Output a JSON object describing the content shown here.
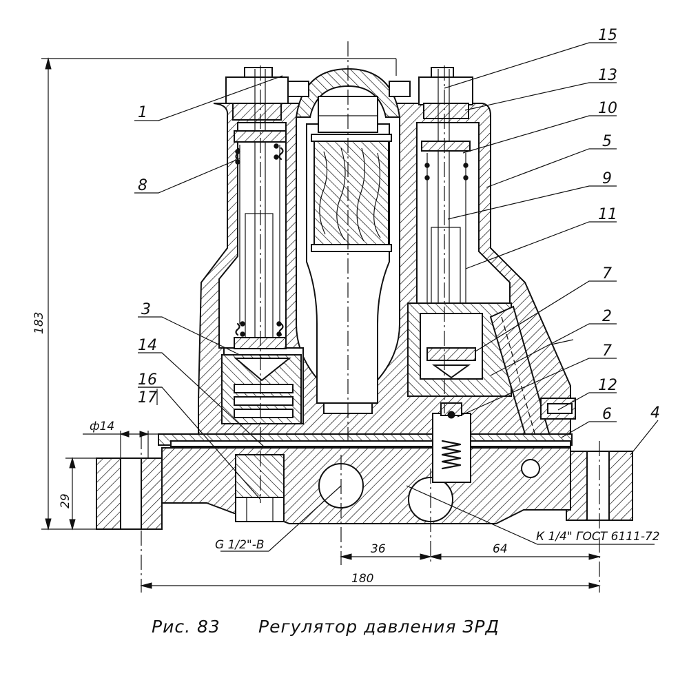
{
  "caption": {
    "figure": "Рис. 83",
    "title": "Регулятор давления ЗРД"
  },
  "callouts": [
    "15",
    "13",
    "10",
    "5",
    "9",
    "11",
    "7",
    "2",
    "7",
    "12",
    "6",
    "4",
    "1",
    "8",
    "3",
    "14",
    "16",
    "17"
  ],
  "dimensions": {
    "height_total": "183",
    "flange_height": "29",
    "bore_diameter": "ф14",
    "spacing_left": "36",
    "spacing_right": "64",
    "overall_width": "180"
  },
  "threads": {
    "inlet": "G 1/2\"-B",
    "plug": "К 1/4\" ГОСТ 6111-72"
  }
}
